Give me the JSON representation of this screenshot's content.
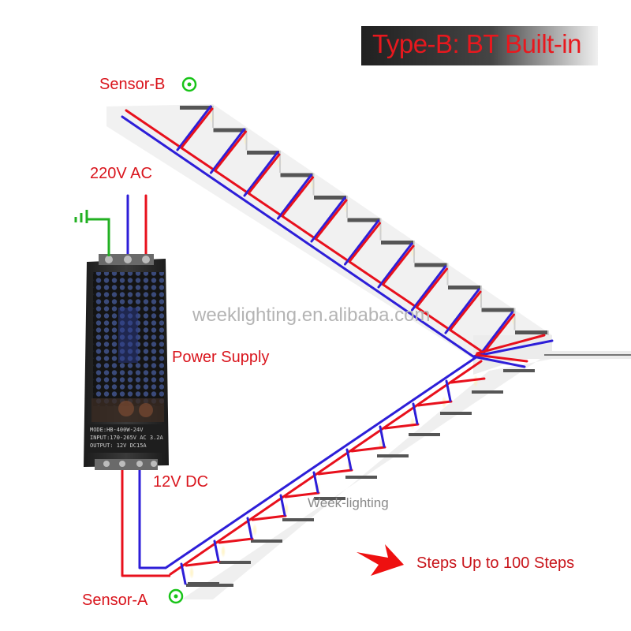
{
  "title": "Type-B: BT Built-in",
  "labels": {
    "sensor_b": "Sensor-B",
    "sensor_a": "Sensor-A",
    "ac_input": "220V AC",
    "dc_output": "12V DC",
    "power_supply": "Power Supply",
    "steps": "Steps Up to 100 Steps"
  },
  "watermarks": {
    "main": "weeklighting.en.alibaba.com",
    "secondary": "Week-lighting"
  },
  "psu_label": {
    "model": "MODE:HB-400W-24V",
    "input": "INPUT:170-265V AC 3.2A",
    "output": "OUTPUT: 12V    DC15A"
  },
  "colors": {
    "title_text": "#e8181e",
    "label_red": "#d9141c",
    "wire_blue": "#2d1ed8",
    "wire_red": "#e8101c",
    "sensor_green": "#18c418",
    "ground_green": "#22b022",
    "arrow_red": "#ee1010"
  }
}
